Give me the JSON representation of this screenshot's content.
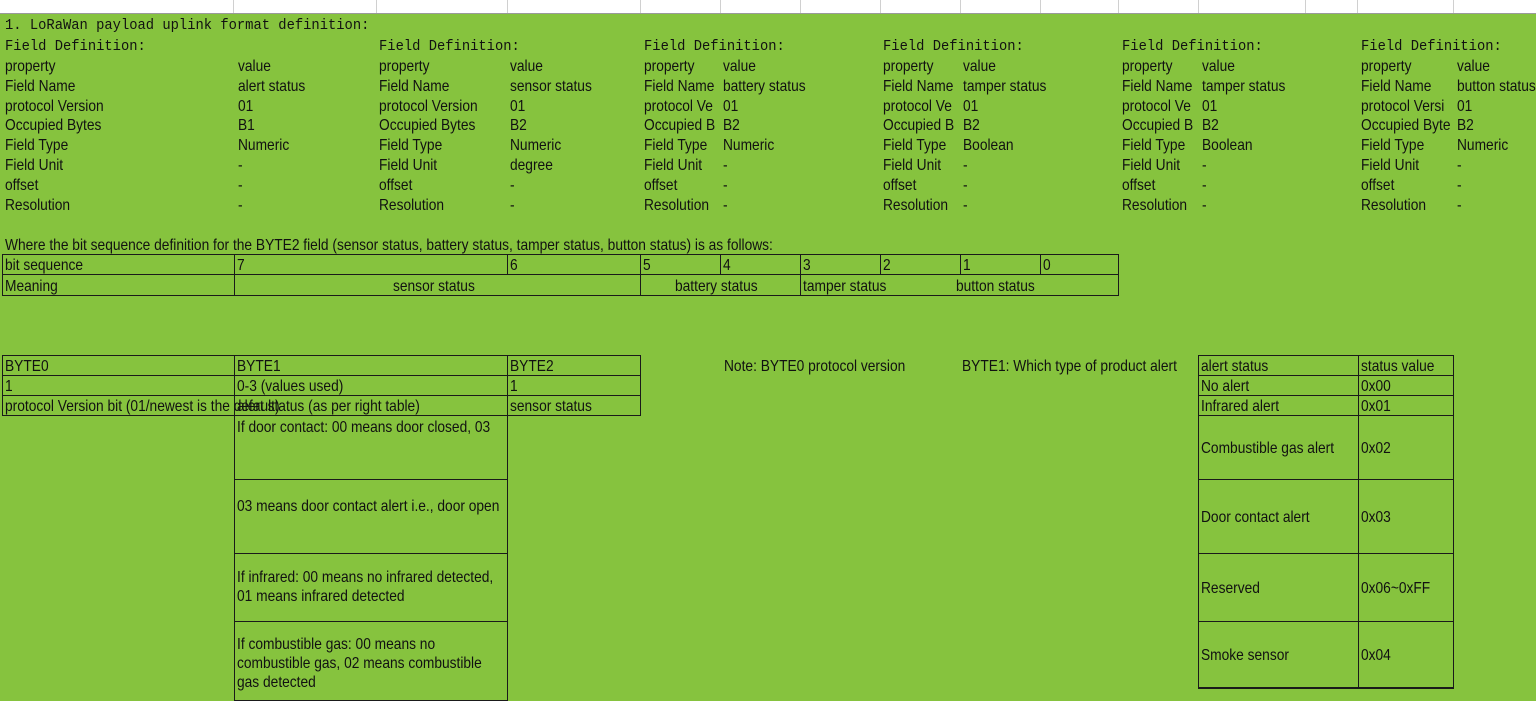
{
  "title": "1. LoRaWan payload uplink format definition:",
  "fields": [
    {
      "heading": "Field Definition:",
      "rows": [
        [
          "property",
          "value"
        ],
        [
          "Field Name",
          "alert status"
        ],
        [
          "protocol Version",
          "01"
        ],
        [
          "Occupied Bytes",
          "B1"
        ],
        [
          "Field Type",
          "Numeric"
        ],
        [
          "Field Unit",
          "-"
        ],
        [
          "offset",
          "-"
        ],
        [
          "Resolution",
          "-"
        ]
      ]
    },
    {
      "heading": "Field Definition:",
      "rows": [
        [
          "property",
          "value"
        ],
        [
          "Field Name",
          "sensor status"
        ],
        [
          "protocol Version",
          "01"
        ],
        [
          "Occupied Bytes",
          "B2"
        ],
        [
          "Field Type",
          "Numeric"
        ],
        [
          "Field Unit",
          "degree"
        ],
        [
          "offset",
          "-"
        ],
        [
          "Resolution",
          "-"
        ]
      ]
    },
    {
      "heading": "Field Definition:",
      "rows": [
        [
          "property",
          "value"
        ],
        [
          "Field Name",
          "battery status"
        ],
        [
          "protocol Ve",
          "01"
        ],
        [
          "Occupied B",
          "B2"
        ],
        [
          "Field Type",
          "Numeric"
        ],
        [
          "Field Unit",
          "-"
        ],
        [
          "offset",
          "-"
        ],
        [
          "Resolution",
          "-"
        ]
      ]
    },
    {
      "heading": "Field Definition:",
      "rows": [
        [
          "property",
          "value"
        ],
        [
          "Field Name",
          "tamper status"
        ],
        [
          "protocol Ve",
          "01"
        ],
        [
          "Occupied B",
          "B2"
        ],
        [
          "Field Type",
          "Boolean"
        ],
        [
          "Field Unit",
          "-"
        ],
        [
          "offset",
          "-"
        ],
        [
          "Resolution",
          "-"
        ]
      ]
    },
    {
      "heading": "Field Definition:",
      "rows": [
        [
          "property",
          "value"
        ],
        [
          "Field Name",
          "tamper status"
        ],
        [
          "protocol Ve",
          "01"
        ],
        [
          "Occupied B",
          "B2"
        ],
        [
          "Field Type",
          "Boolean"
        ],
        [
          "Field Unit",
          "-"
        ],
        [
          "offset",
          "-"
        ],
        [
          "Resolution",
          "-"
        ]
      ]
    },
    {
      "heading": "Field Definition:",
      "rows": [
        [
          "property",
          "value"
        ],
        [
          "Field Name",
          "button status"
        ],
        [
          "protocol Versi",
          "01"
        ],
        [
          "Occupied Byte",
          "B2"
        ],
        [
          "Field Type",
          "Numeric"
        ],
        [
          "Field Unit",
          "-"
        ],
        [
          "offset",
          "-"
        ],
        [
          "Resolution",
          "-"
        ]
      ]
    }
  ],
  "bit_note": "Where the bit sequence definition for the BYTE2 field (sensor status, battery status, tamper status, button status) is as follows:",
  "bit_table": {
    "row1_label": "bit sequence",
    "bits": [
      "7",
      "6",
      "5",
      "4",
      "3",
      "2",
      "1",
      "0"
    ],
    "row2_label": "Meaning",
    "meanings": [
      "sensor status",
      "battery status",
      "tamper status",
      "button status"
    ]
  },
  "byte_table": {
    "headers": [
      "BYTE0",
      "BYTE1",
      "BYTE2"
    ],
    "row1": [
      "1",
      "0-3 (values used)",
      "1"
    ],
    "row2": [
      "protocol Version bit (01/newest is the default)",
      "alert status (as per right table)",
      "sensor status"
    ],
    "notes": [
      "If door contact: 00 means door closed, 03",
      "03 means door contact alert i.e., door open",
      "If infrared: 00 means no infrared detected, 01 means infrared detected",
      "If combustible gas: 00 means no combustible gas, 02 means combustible gas detected"
    ]
  },
  "note_byte0": "Note: BYTE0 protocol version",
  "note_byte1": "BYTE1: Which type of product alert",
  "alert_table": {
    "headers": [
      "alert status",
      "status value"
    ],
    "rows": [
      [
        "No alert",
        "0x00"
      ],
      [
        "Infrared alert",
        "0x01"
      ],
      [
        "Combustible gas alert",
        "0x02"
      ],
      [
        "Door contact alert",
        "0x03"
      ],
      [
        "Reserved",
        "0x06~0xFF"
      ],
      [
        "Smoke sensor",
        "0x04"
      ]
    ]
  }
}
